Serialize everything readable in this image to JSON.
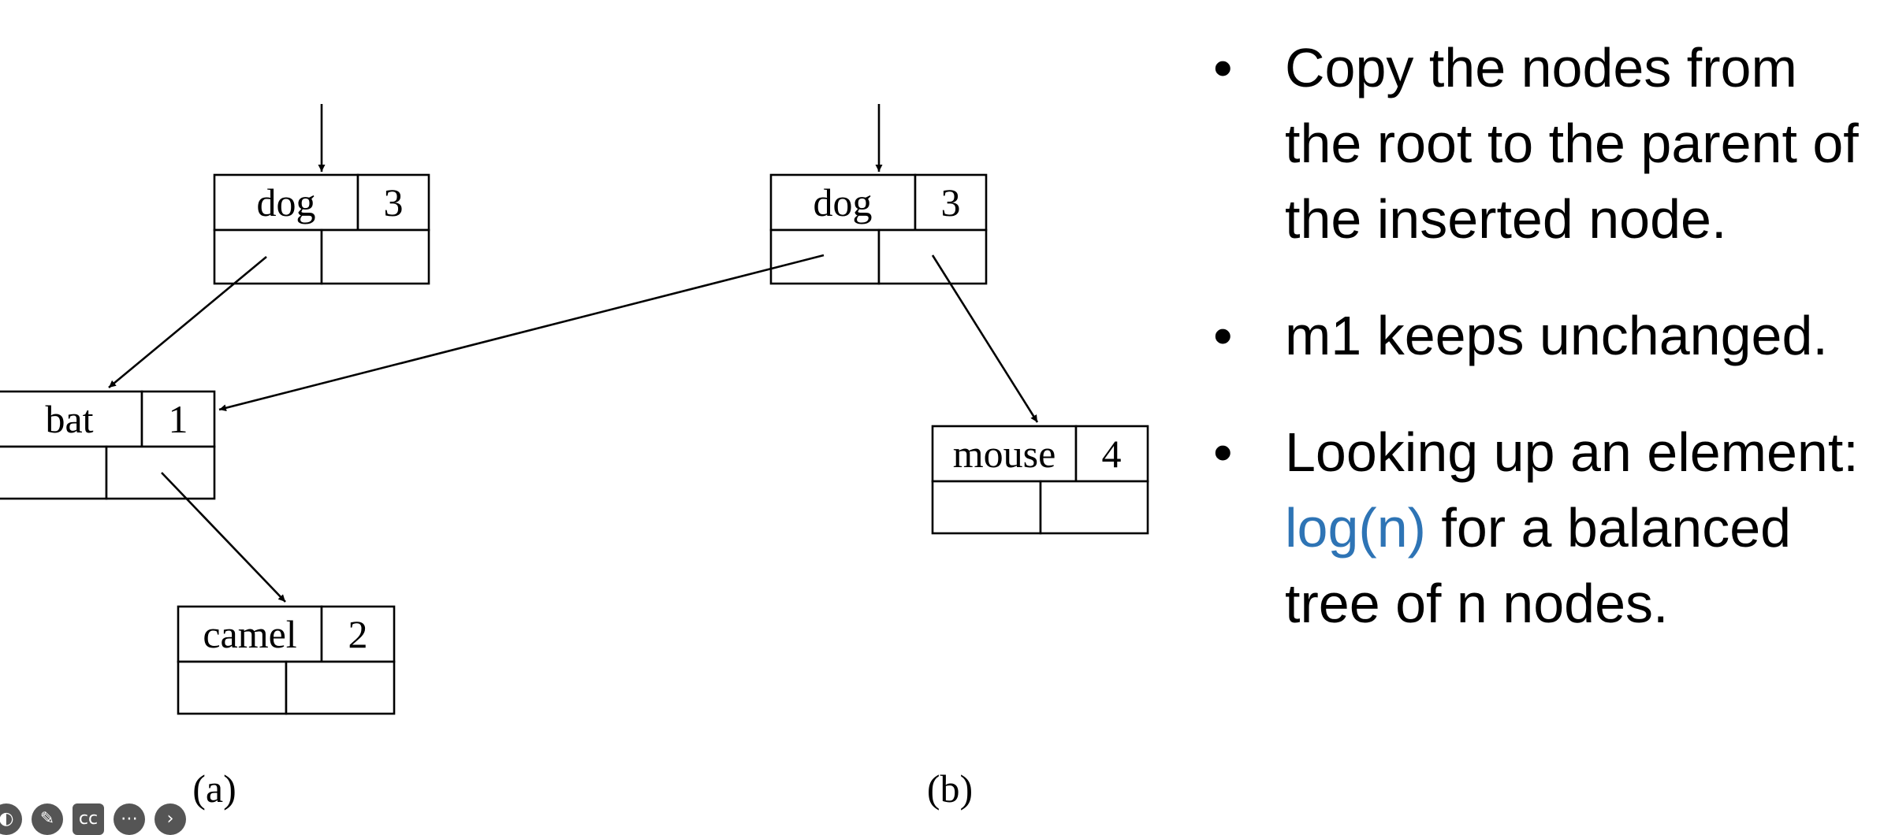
{
  "title_fragment": "tree.",
  "diagram": {
    "panel_a": {
      "caption": "(a)",
      "nodes": [
        {
          "id": "a-dog",
          "key": "dog",
          "value": "3"
        },
        {
          "id": "a-bat",
          "key": "bat",
          "value": "1"
        },
        {
          "id": "a-camel",
          "key": "camel",
          "value": "2"
        }
      ]
    },
    "panel_b": {
      "caption": "(b)",
      "nodes": [
        {
          "id": "b-dog",
          "key": "dog",
          "value": "3"
        },
        {
          "id": "b-mouse",
          "key": "mouse",
          "value": "4"
        }
      ]
    }
  },
  "bullets": [
    {
      "text": "Copy the nodes from the root to the parent of the inserted node."
    },
    {
      "text": "m1 keeps unchanged."
    },
    {
      "prefix": "Looking up an element: ",
      "highlight": "log(n)",
      "suffix": " for a balanced tree of n nodes.",
      "highlight_color": "#2e74b5"
    }
  ],
  "toolbar": {
    "icons": [
      "presenter-tool-icon",
      "pen-icon",
      "subtitles-icon",
      "more-options-icon",
      "next-icon"
    ]
  }
}
